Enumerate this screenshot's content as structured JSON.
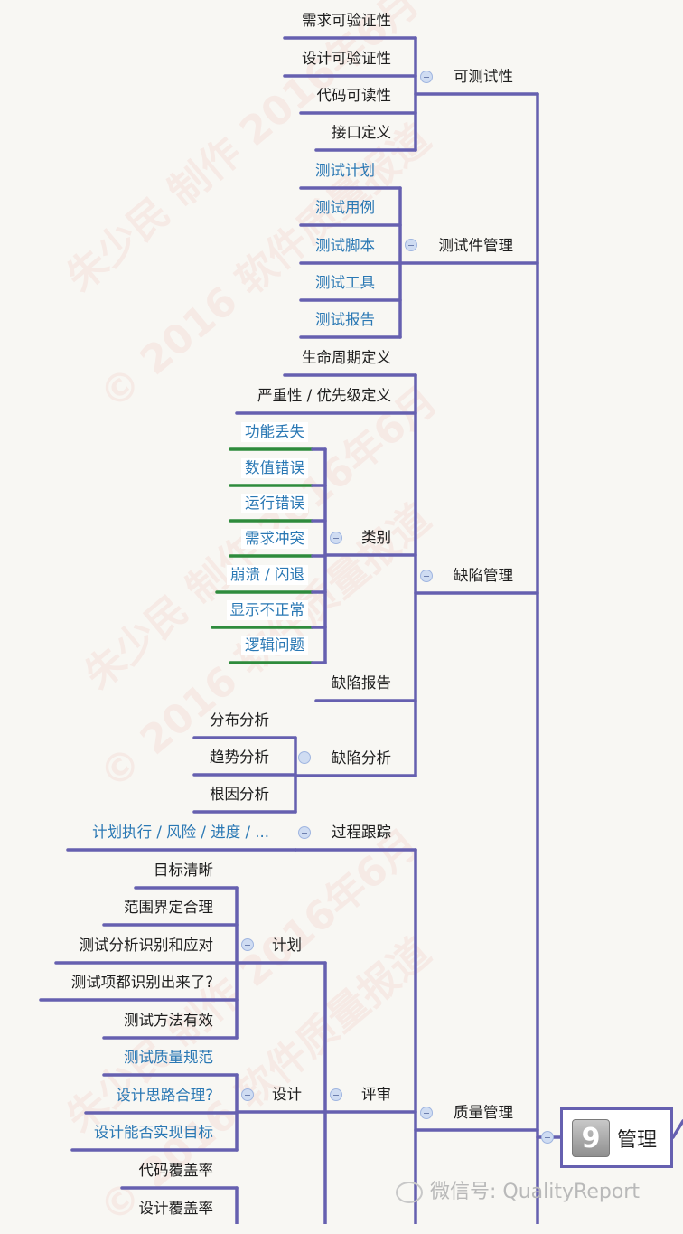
{
  "root": {
    "number": "9",
    "label": "管理"
  },
  "branches": [
    {
      "label": "可测试性",
      "children": [
        {
          "label": "需求可验证性"
        },
        {
          "label": "设计可验证性"
        },
        {
          "label": "代码可读性"
        },
        {
          "label": "接口定义"
        }
      ]
    },
    {
      "label": "测试件管理",
      "children": [
        {
          "label": "测试计划"
        },
        {
          "label": "测试用例"
        },
        {
          "label": "测试脚本"
        },
        {
          "label": "测试工具"
        },
        {
          "label": "测试报告"
        }
      ]
    },
    {
      "label": "缺陷管理",
      "children": [
        {
          "label": "生命周期定义"
        },
        {
          "label": "严重性 / 优先级定义"
        },
        {
          "label": "类别",
          "children": [
            {
              "label": "功能丢失"
            },
            {
              "label": "数值错误"
            },
            {
              "label": "运行错误"
            },
            {
              "label": "需求冲突"
            },
            {
              "label": "崩溃 / 闪退"
            },
            {
              "label": "显示不正常"
            },
            {
              "label": "逻辑问题"
            }
          ]
        },
        {
          "label": "缺陷报告"
        },
        {
          "label": "缺陷分析",
          "children": [
            {
              "label": "分布分析"
            },
            {
              "label": "趋势分析"
            },
            {
              "label": "根因分析"
            }
          ]
        }
      ]
    },
    {
      "label": "质量管理",
      "children": [
        {
          "label": "过程跟踪",
          "children": [
            {
              "label": "计划执行 / 风险 / 进度 / ..."
            }
          ]
        },
        {
          "label": "评审",
          "children": [
            {
              "label": "计划",
              "children": [
                {
                  "label": "目标清晰"
                },
                {
                  "label": "范围界定合理"
                },
                {
                  "label": "测试分析识别和应对"
                },
                {
                  "label": "测试项都识别出来了?"
                },
                {
                  "label": "测试方法有效"
                }
              ]
            },
            {
              "label": "设计",
              "children": [
                {
                  "label": "测试质量规范"
                },
                {
                  "label": "设计思路合理?"
                },
                {
                  "label": "设计能否实现目标"
                }
              ]
            }
          ]
        },
        {
          "label": "",
          "children": [
            {
              "label": "代码覆盖率"
            },
            {
              "label": "设计覆盖率"
            }
          ]
        }
      ]
    }
  ],
  "watermark": {
    "line1": "朱少民 制作 2016年6月",
    "line2": "© 2016 软件质量报道"
  },
  "wechat": {
    "label": "微信号: QualityReport"
  },
  "colors": {
    "line": "#6660b0",
    "blue_text": "#2a78b4",
    "green_underline": "#2e8b3c",
    "background": "#f8f7f3"
  }
}
